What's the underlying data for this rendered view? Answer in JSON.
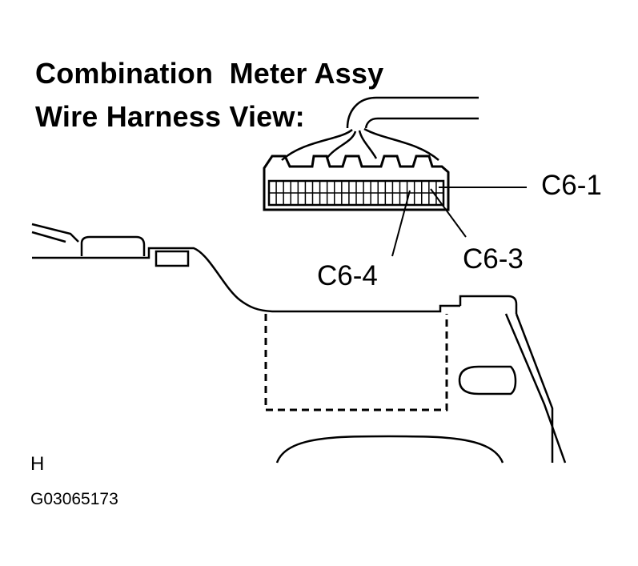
{
  "title": {
    "line1": "Combination  Meter Assy",
    "line2": "Wire Harness View:"
  },
  "callouts": {
    "c6_1": "C6-1",
    "c6_3": "C6-3",
    "c6_4": "C6-4"
  },
  "side_marker": "H",
  "figure_id": "G03065173",
  "colors": {
    "line": "#000000",
    "background": "#ffffff"
  }
}
